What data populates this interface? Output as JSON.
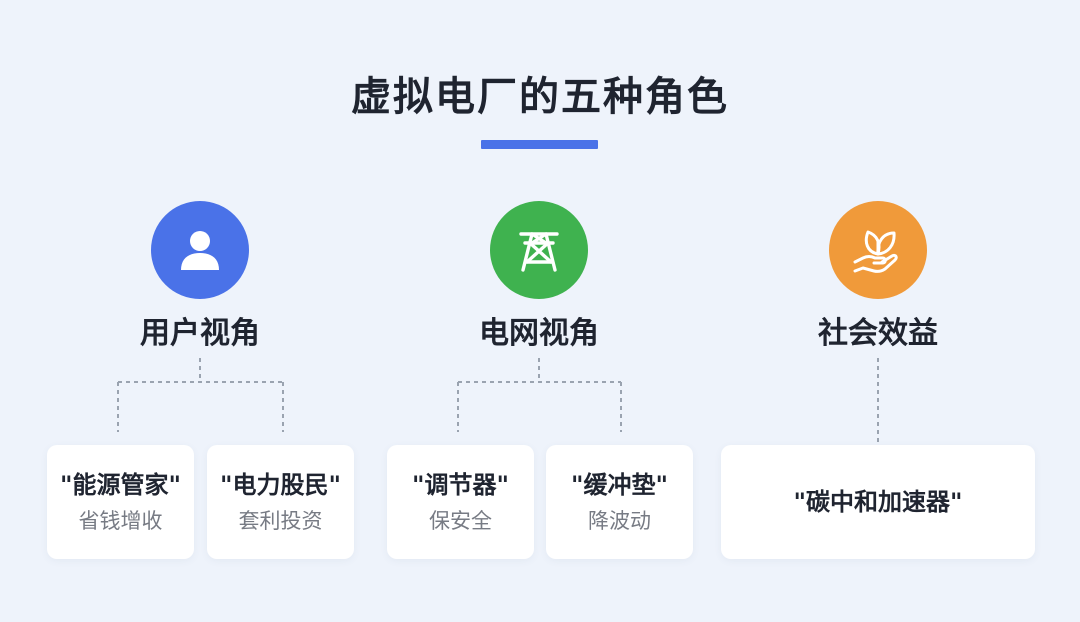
{
  "title": "虚拟电厂的五种角色",
  "colors": {
    "accent": "#4a72e8",
    "user_circle": "#4a72e8",
    "grid_circle": "#3fb24f",
    "social_circle": "#f09a3a",
    "background": "#eef3fb"
  },
  "roles": [
    {
      "icon": "user-icon",
      "label": "用户视角",
      "cards": [
        {
          "title": "\"能源管家\"",
          "subtitle": "省钱增收"
        },
        {
          "title": "\"电力股民\"",
          "subtitle": "套利投资"
        }
      ]
    },
    {
      "icon": "power-tower-icon",
      "label": "电网视角",
      "cards": [
        {
          "title": "\"调节器\"",
          "subtitle": "保安全"
        },
        {
          "title": "\"缓冲垫\"",
          "subtitle": "降波动"
        }
      ]
    },
    {
      "icon": "hand-leaf-icon",
      "label": "社会效益",
      "cards": [
        {
          "title": "\"碳中和加速器\""
        }
      ]
    }
  ]
}
